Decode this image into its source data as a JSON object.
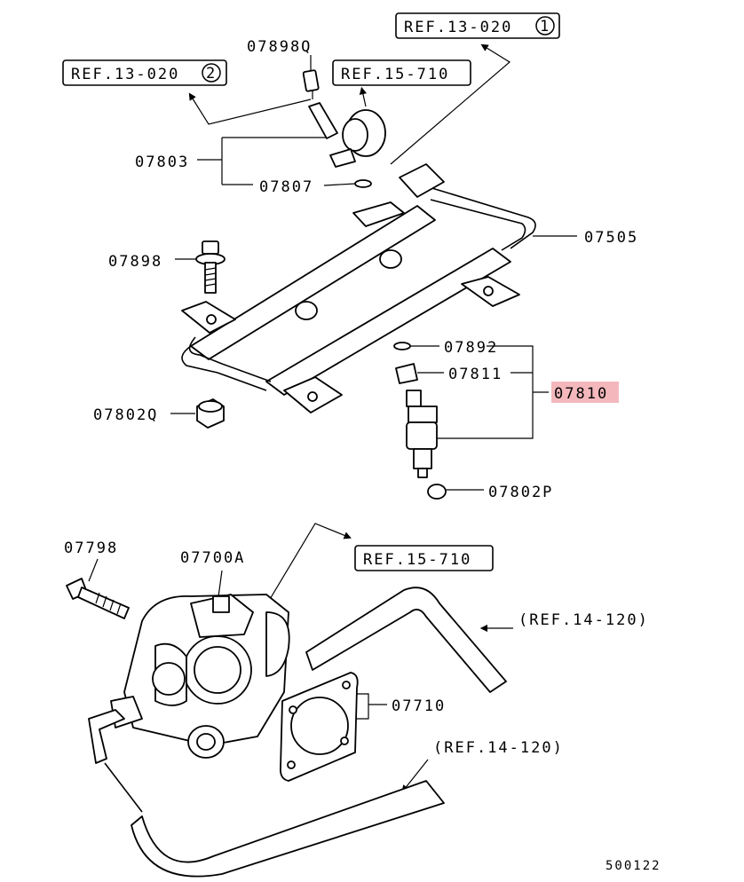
{
  "refs": {
    "r1": "REF.13-020",
    "r1_circle": "1",
    "r2": "REF.13-020",
    "r2_circle": "2",
    "r3": "REF.15-710",
    "r4": "REF.15-710",
    "r5": "(REF.14-120)",
    "r6": "(REF.14-120)"
  },
  "parts": {
    "p07898Q": "07898Q",
    "p07803": "07803",
    "p07807": "07807",
    "p07505": "07505",
    "p07898": "07898",
    "p07892": "07892",
    "p07811": "07811",
    "p07810": "07810",
    "p07802Q": "07802Q",
    "p07802P": "07802P",
    "p07798": "07798",
    "p07700A": "07700A",
    "p07710": "07710"
  },
  "diagram_code": "500122",
  "colors": {
    "highlight": "#f4b8bc",
    "ink": "#000000"
  }
}
